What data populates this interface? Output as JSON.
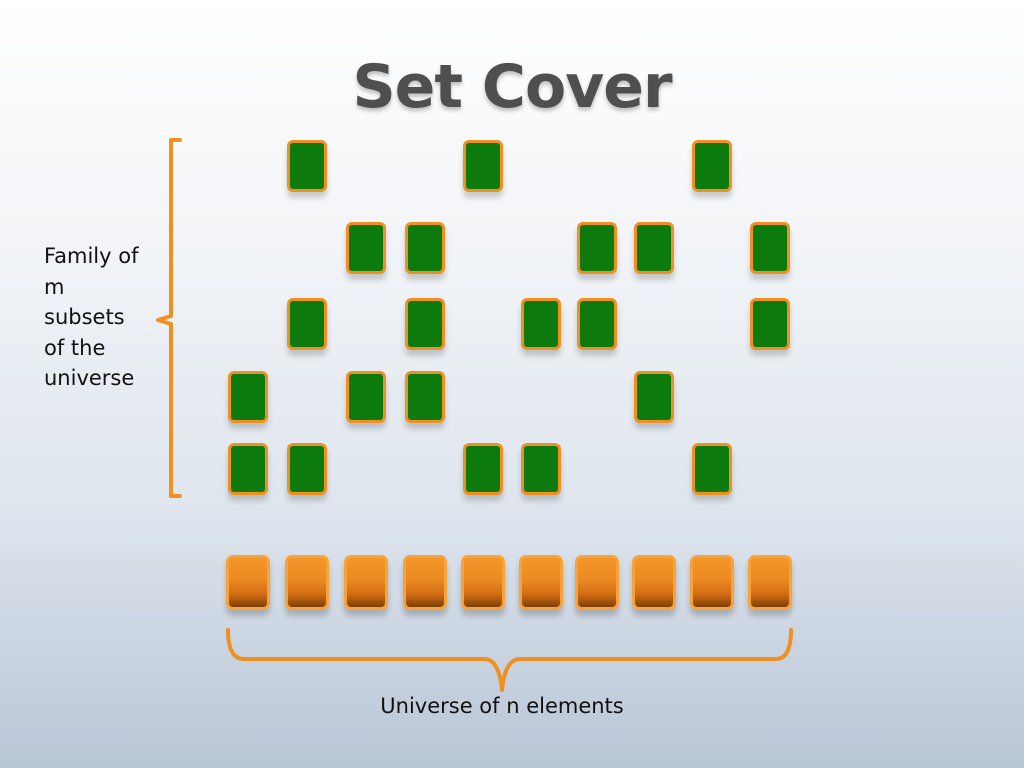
{
  "title": "Set Cover",
  "family_label": {
    "lines": [
      "Family of",
      "m",
      "subsets",
      "of the",
      "universe"
    ]
  },
  "universe_label": "Universe of n elements",
  "colors": {
    "subset_fill": "#0c7a0c",
    "subset_border": "#ef9022",
    "element_fill": "#ea8a22",
    "bracket": "#ef9022",
    "title": "#4f4f4f"
  },
  "diagram": {
    "columns": 10,
    "subsets": [
      {
        "members": [
          1,
          4,
          8
        ]
      },
      {
        "members": [
          2,
          3,
          6,
          7,
          9
        ]
      },
      {
        "members": [
          1,
          3,
          5,
          6,
          9
        ]
      },
      {
        "members": [
          0,
          2,
          3,
          7
        ]
      },
      {
        "members": [
          0,
          1,
          4,
          5,
          8
        ]
      }
    ]
  }
}
